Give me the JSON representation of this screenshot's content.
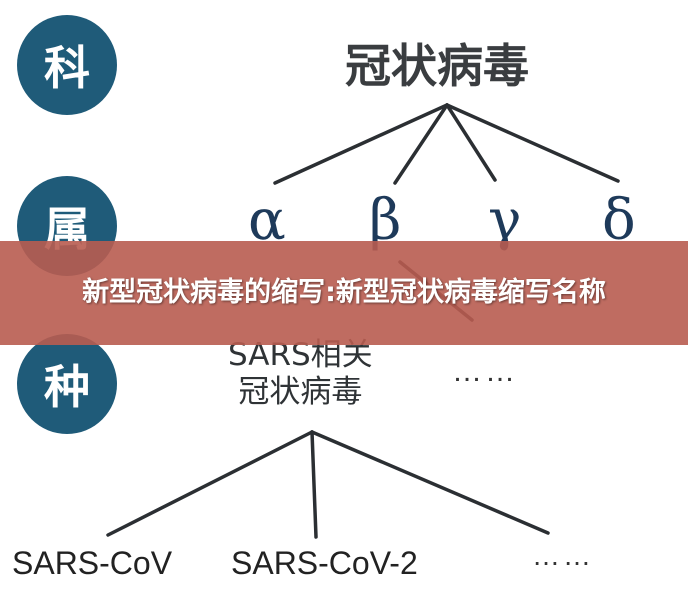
{
  "ranks": {
    "family": "科",
    "genus": "属",
    "species": "种"
  },
  "root": {
    "label": "冠状病毒"
  },
  "genera": [
    "α",
    "β",
    "γ",
    "δ"
  ],
  "species": {
    "sars_related": "SARS相关\n冠状病毒",
    "more": "……"
  },
  "strains": {
    "first": "SARS-CoV",
    "second": "SARS-CoV-2",
    "more": "……"
  },
  "banner": {
    "text": "新型冠状病毒的缩写:新型冠状病毒缩写名称"
  },
  "colors": {
    "circle": "#1f5b79",
    "line": "#2b2f33",
    "banner": "#b85c50"
  }
}
